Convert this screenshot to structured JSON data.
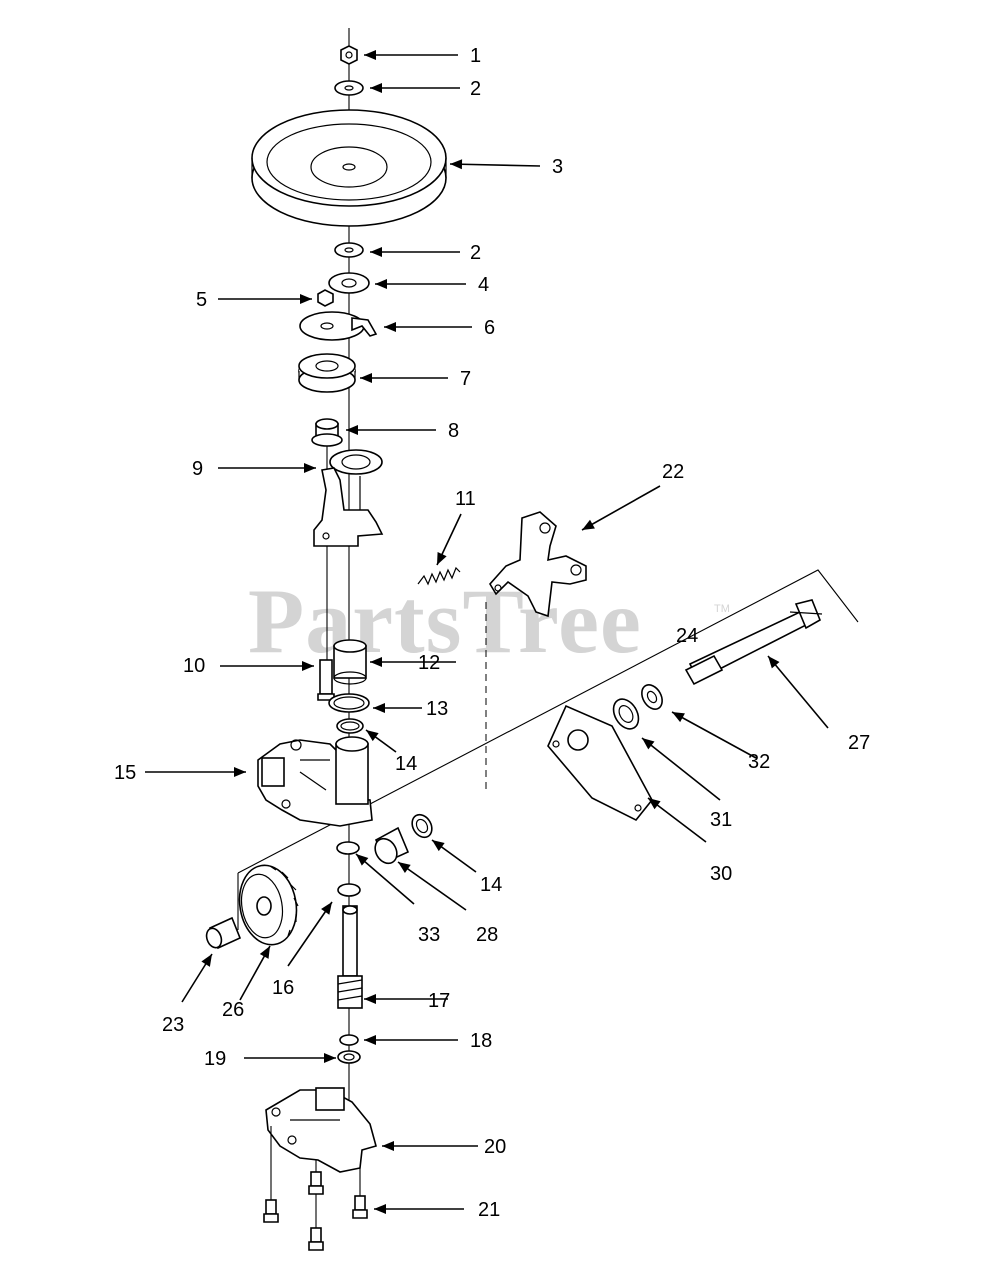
{
  "watermark": {
    "text": "PartsTree",
    "trademark": "TM"
  },
  "callouts": [
    {
      "id": "c1",
      "number": "1"
    },
    {
      "id": "c2a",
      "number": "2"
    },
    {
      "id": "c3",
      "number": "3"
    },
    {
      "id": "c2b",
      "number": "2"
    },
    {
      "id": "c4",
      "number": "4"
    },
    {
      "id": "c5",
      "number": "5"
    },
    {
      "id": "c6",
      "number": "6"
    },
    {
      "id": "c7",
      "number": "7"
    },
    {
      "id": "c8",
      "number": "8"
    },
    {
      "id": "c9",
      "number": "9"
    },
    {
      "id": "c11",
      "number": "11"
    },
    {
      "id": "c22",
      "number": "22"
    },
    {
      "id": "c24",
      "number": "24"
    },
    {
      "id": "c10",
      "number": "10"
    },
    {
      "id": "c12",
      "number": "12"
    },
    {
      "id": "c13",
      "number": "13"
    },
    {
      "id": "c14a",
      "number": "14"
    },
    {
      "id": "c15",
      "number": "15"
    },
    {
      "id": "c27",
      "number": "27"
    },
    {
      "id": "c32",
      "number": "32"
    },
    {
      "id": "c31",
      "number": "31"
    },
    {
      "id": "c30",
      "number": "30"
    },
    {
      "id": "c14b",
      "number": "14"
    },
    {
      "id": "c33",
      "number": "33"
    },
    {
      "id": "c28",
      "number": "28"
    },
    {
      "id": "c16",
      "number": "16"
    },
    {
      "id": "c23",
      "number": "23"
    },
    {
      "id": "c26",
      "number": "26"
    },
    {
      "id": "c17",
      "number": "17"
    },
    {
      "id": "c18",
      "number": "18"
    },
    {
      "id": "c19",
      "number": "19"
    },
    {
      "id": "c20",
      "number": "20"
    },
    {
      "id": "c21",
      "number": "21"
    }
  ]
}
